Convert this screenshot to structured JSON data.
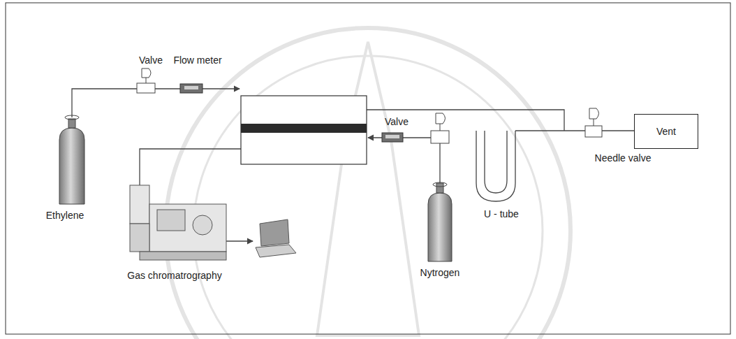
{
  "diagram": {
    "nodes": [
      {
        "text": [
          "Vent"
        ]
      }
    ],
    "labels": [
      "Valve",
      "Flow meter",
      "Valve",
      "Needle valve",
      "Ethylene",
      "U - tube",
      "Gas chromatrography",
      "Nytrogen"
    ]
  }
}
